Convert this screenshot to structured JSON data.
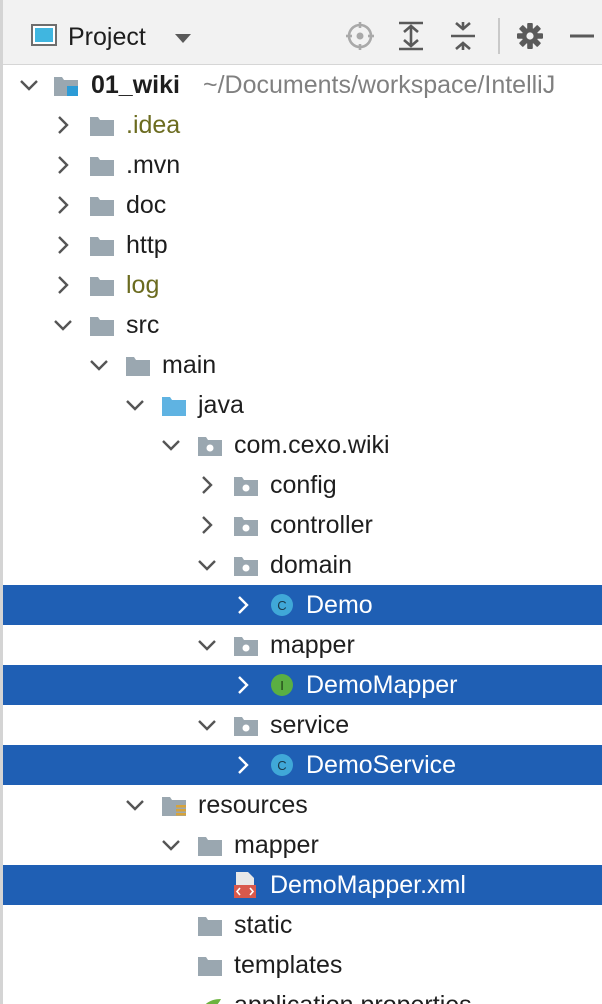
{
  "toolbar": {
    "title": "Project",
    "icons": [
      "project-view-icon",
      "chevron-down-icon",
      "locate-icon",
      "expand-all-icon",
      "collapse-all-icon",
      "gear-icon",
      "minimize-icon"
    ]
  },
  "tree": {
    "root": {
      "name": "01_wiki",
      "path": "~/Documents/workspace/IntelliJ"
    },
    "items": [
      {
        "label": ".idea",
        "style": "excluded"
      },
      {
        "label": ".mvn"
      },
      {
        "label": "doc"
      },
      {
        "label": "http"
      },
      {
        "label": "log",
        "style": "excluded"
      },
      {
        "label": "src"
      },
      {
        "label": "main"
      },
      {
        "label": "java"
      },
      {
        "label": "com.cexo.wiki"
      },
      {
        "label": "config"
      },
      {
        "label": "controller"
      },
      {
        "label": "domain"
      },
      {
        "label": "Demo",
        "icon_letter": "C"
      },
      {
        "label": "mapper"
      },
      {
        "label": "DemoMapper",
        "icon_letter": "I"
      },
      {
        "label": "service"
      },
      {
        "label": "DemoService",
        "icon_letter": "C"
      },
      {
        "label": "resources"
      },
      {
        "label": "mapper"
      },
      {
        "label": "DemoMapper.xml"
      },
      {
        "label": "static"
      },
      {
        "label": "templates"
      },
      {
        "label": "application.properties"
      }
    ]
  },
  "colors": {
    "selection": "#1f5fb4",
    "folder": "#9aa7b0",
    "source_folder": "#5fb3e2",
    "class_icon": "#40a8d8",
    "interface_icon": "#5aaf43",
    "excluded_text": "#6b6b1f"
  }
}
